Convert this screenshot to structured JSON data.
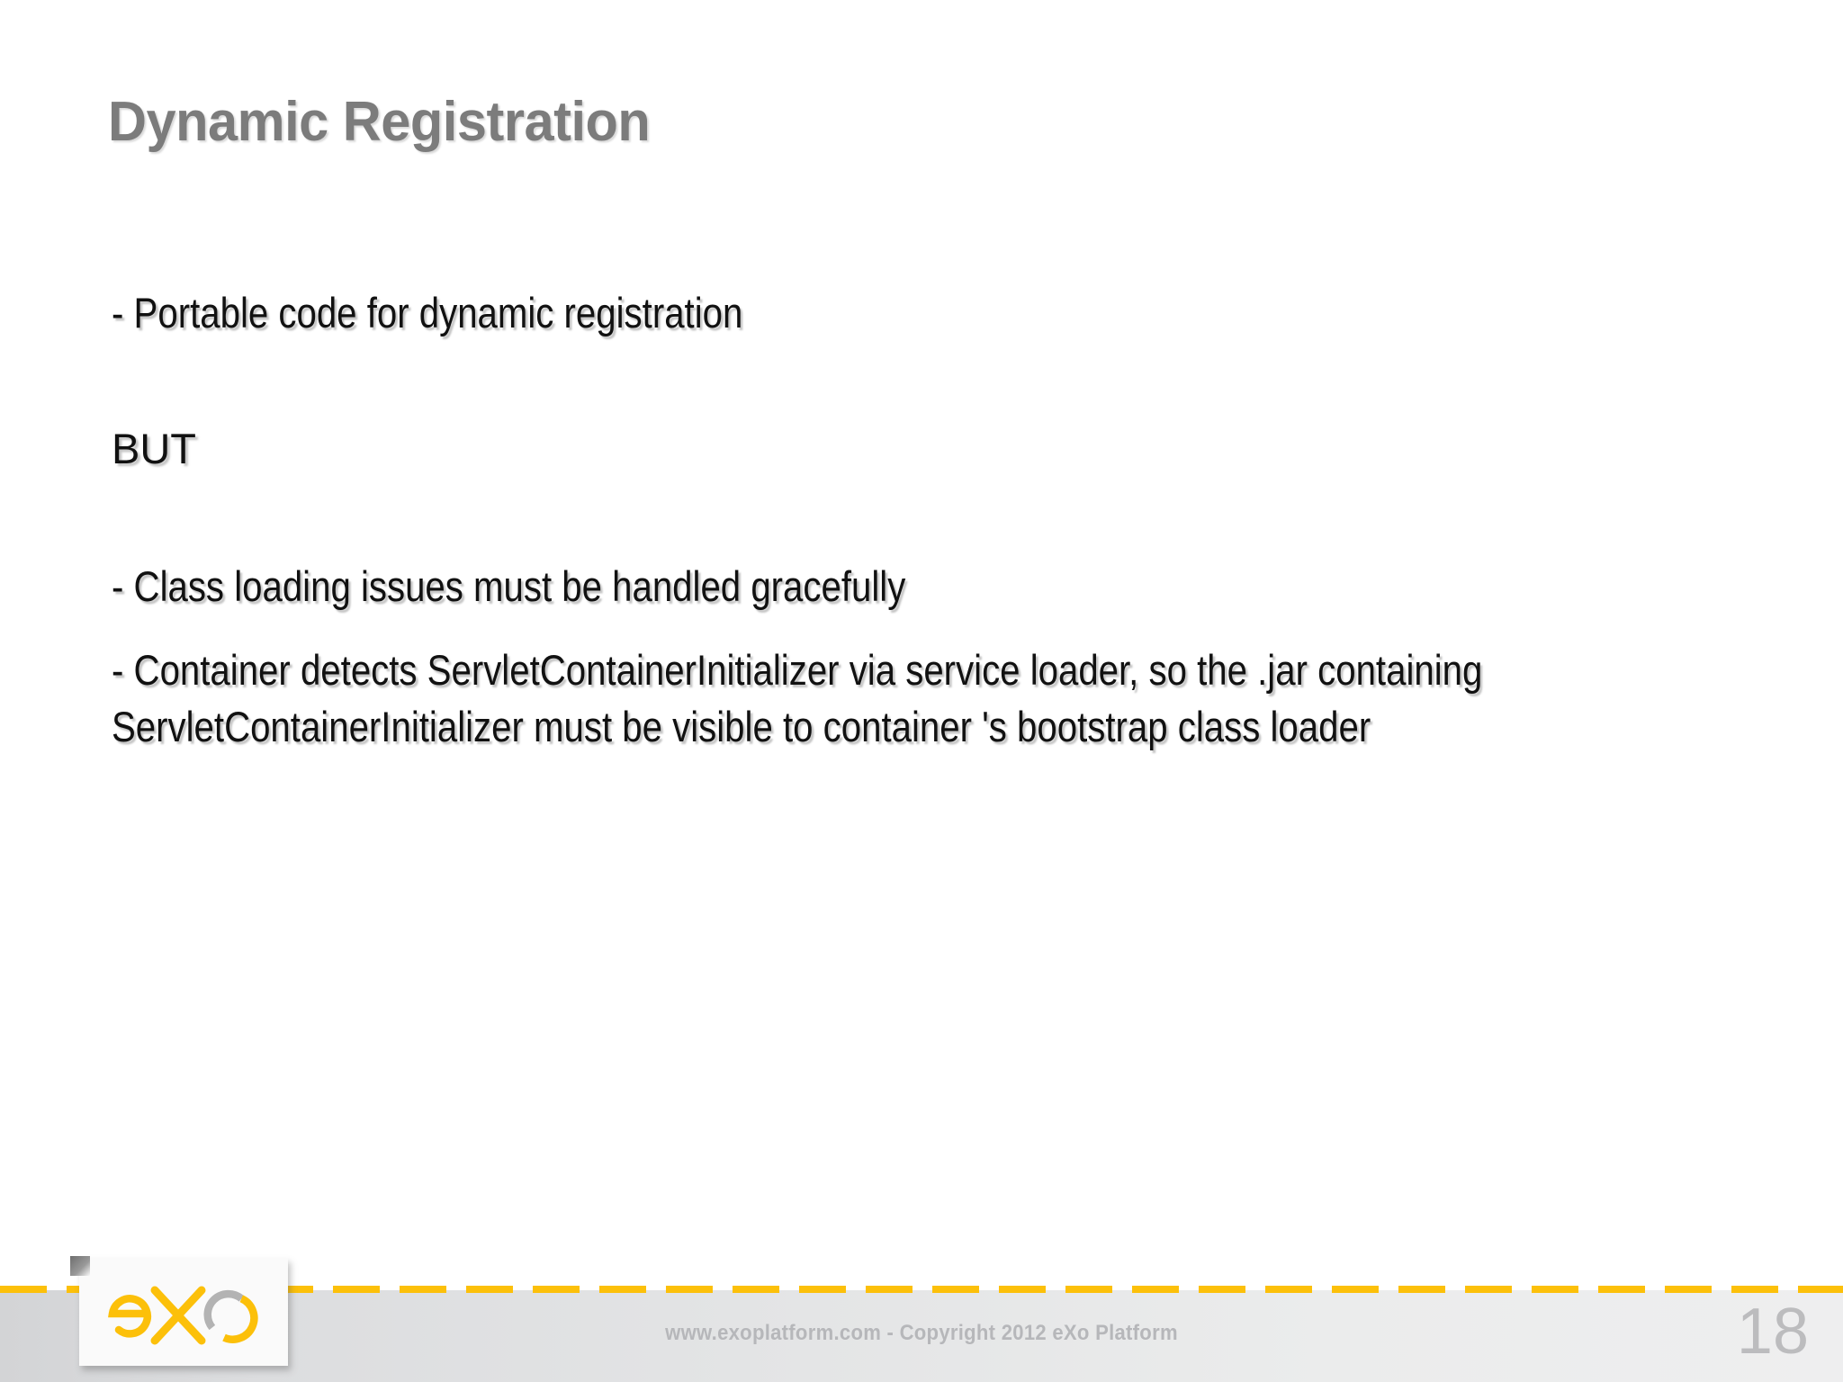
{
  "slide": {
    "title": "Dynamic Registration",
    "title_color": "#7c7c7c",
    "background_color": "#ffffff",
    "body": {
      "bullet_1": "- Portable code for dynamic registration",
      "conjunction": "BUT",
      "bullet_2": "- Class loading issues must be handled gracefully",
      "bullet_3": "- Container detects ServletContainerInitializer via service loader, so the .jar containing ServletContainerInitializer must be visible to container 's bootstrap class loader"
    }
  },
  "footer": {
    "logo": {
      "name": "exo-logo",
      "text": "eXo",
      "primary_color": "#fcc00a",
      "secondary_color": "#b3b3b3"
    },
    "copyright": "www.exoplatform.com - Copyright 2012 eXo Platform",
    "copyright_color": "#b6b7ba",
    "page_number": "18",
    "page_number_color": "#bcbcbe",
    "accent_color": "#fcc00a",
    "band_color_left": "#d3d4d6",
    "band_color_right": "#eeeeef"
  }
}
